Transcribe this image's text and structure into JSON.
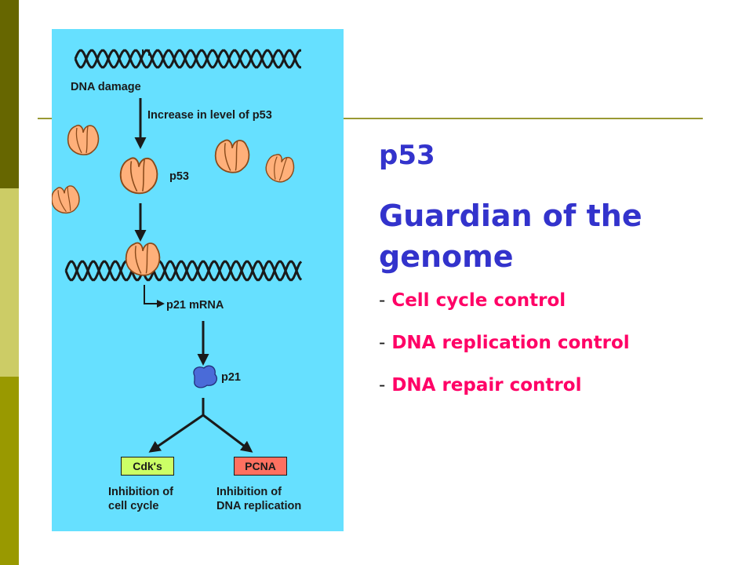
{
  "slide": {
    "title": "p53",
    "subtitle": "Guardian of the genome",
    "bullets": [
      {
        "dash": "-",
        "text": "Cell cycle control"
      },
      {
        "dash": "-",
        "text": "DNA replication control"
      },
      {
        "dash": "-",
        "text": "DNA repair control"
      }
    ]
  },
  "figure": {
    "labels": {
      "dna_damage": "DNA damage",
      "increase": "Increase in level of p53",
      "p53": "p53",
      "p21_mrna": "p21 mRNA",
      "p21": "p21",
      "cdks": "Cdk's",
      "pcna": "PCNA",
      "inhib_cycle_1": "Inhibition of",
      "inhib_cycle_2": "cell cycle",
      "inhib_repl_1": "Inhibition of",
      "inhib_repl_2": "DNA replication"
    },
    "colors": {
      "background": "#66e0ff",
      "protein": "#ffb07a",
      "p21_protein": "#4a6bd8",
      "cdk_box": "#ccff66",
      "pcna_box": "#ff7060"
    }
  },
  "theme": {
    "title_color": "#3333cc",
    "bullet_color": "#ff0066",
    "sidebar_colors": [
      "#666600",
      "#cccc66",
      "#999900"
    ]
  }
}
